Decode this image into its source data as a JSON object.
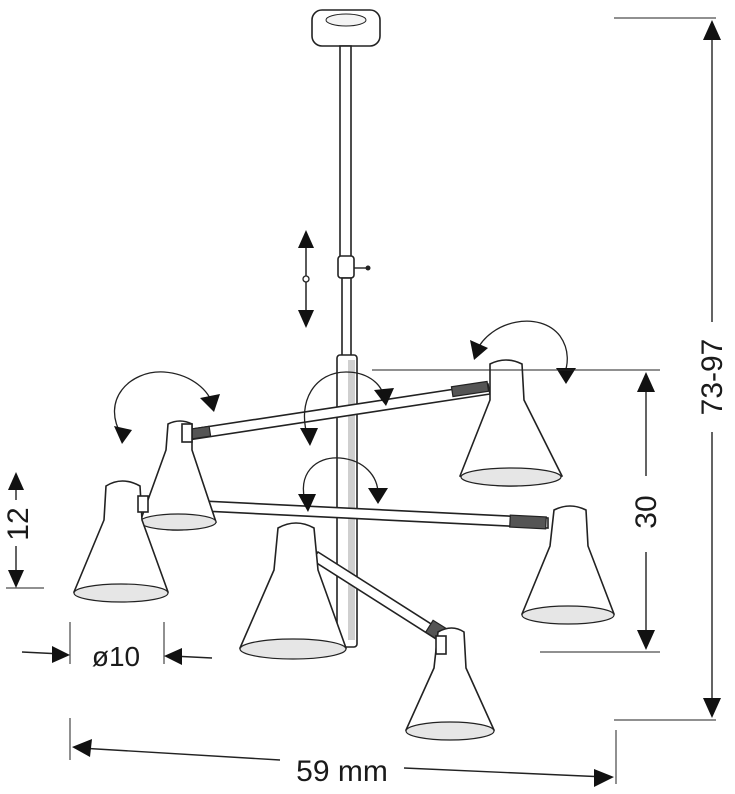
{
  "dimensions": {
    "height_range": "73-97",
    "arm_drop": "30",
    "shade_height": "12",
    "shade_diameter": "ø10",
    "overall_width": "59 mm"
  },
  "colors": {
    "line": "#222222",
    "shade_inner": "#e6e6e6"
  }
}
